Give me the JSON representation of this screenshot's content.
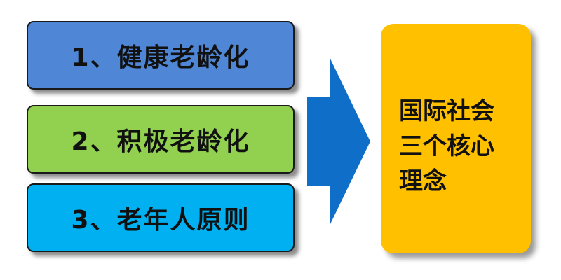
{
  "items": [
    {
      "label": "1、健康老龄化",
      "color": "#4f87d6"
    },
    {
      "label": "2、积极老龄化",
      "color": "#92d050"
    },
    {
      "label": "3、老年人原则",
      "color": "#00b0f0"
    }
  ],
  "arrow": {
    "color": "#0e6ec8"
  },
  "result": {
    "lines": [
      "国际社会",
      "三个核心",
      "理念"
    ],
    "color": "#ffc000"
  }
}
